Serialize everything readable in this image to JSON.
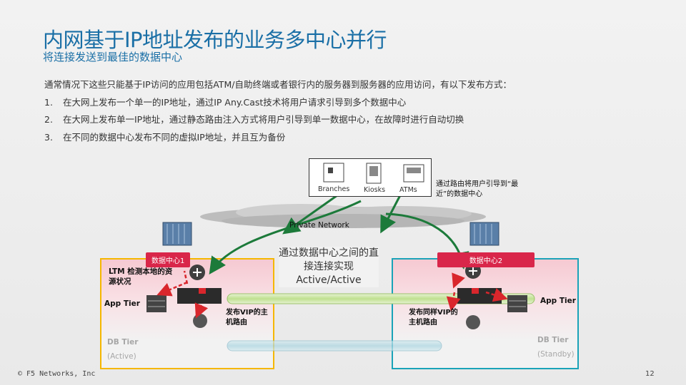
{
  "title": "内网基于IP地址发布的业务多中心并行",
  "subtitle": "将连接发送到最佳的数据中心",
  "intro": "通常情况下这些只能基于IP访问的应用包括ATM/自助终端或者银行内的服务器到服务器的应用访问，有以下发布方式：",
  "list": [
    {
      "num": "1.",
      "text": "在大网上发布一个单一的IP地址，通过IP Any.Cast技术将用户请求引导到多个数据中心"
    },
    {
      "num": "2.",
      "text": "在大网上发布单一IP地址，通过静态路由注入方式将用户引导到单一数据中心，在故障时进行自动切换"
    },
    {
      "num": "3.",
      "text": "在不同的数据中心发布不同的虚拟IP地址，并且互为备份"
    }
  ],
  "diagram": {
    "endpoints": [
      "Branches",
      "Kiosks",
      "ATMs"
    ],
    "callout": "通过路由将用户引导到“最近”的数据中心",
    "network": "Private Network",
    "center_text": "通过数据中心之间的直接连接实现Active/Active",
    "dc1": {
      "label": "数据中心1",
      "ltm_note": "LTM 检测本地的资源状况",
      "app_tier": "App Tier",
      "vip_note": "发布VIP的主机路由",
      "db_tier": "DB Tier",
      "db_state": "(Active)"
    },
    "dc2": {
      "label": "数据中心2",
      "app_tier": "App Tier",
      "vip_note": "发布同样VIP的主机路由",
      "db_tier": "DB Tier",
      "db_state": "(Standby)"
    },
    "colors": {
      "accent": "#1a6fa6",
      "dc1_border": "#f5b700",
      "dc2_border": "#1aa3b8",
      "arrow_red": "#d9262c",
      "arrow_green": "#1c7a3a",
      "label_red": "#d9264a"
    }
  },
  "footer": {
    "copyright": "© F5 Networks, Inc",
    "page": "12"
  }
}
